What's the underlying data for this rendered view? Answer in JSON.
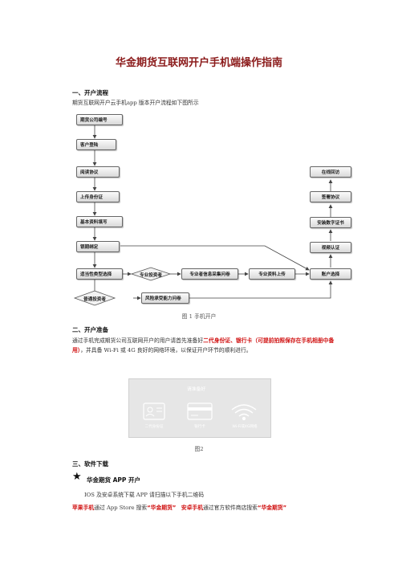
{
  "title": "华金期货互联网开户手机端操作指南",
  "section1": {
    "heading": "一、开户流程",
    "text": "期货互联网开户云手机app 版本开户流程如下图所示"
  },
  "flow": {
    "company_code": "期货公司编号",
    "login": "客户登陆",
    "read_agreement": "阅读协议",
    "upload_id": "上传身份证",
    "basic_info": "基本资料填写",
    "bind_bank": "银期绑定",
    "suitability": "适当性类型选择",
    "pro_investor": "专业投资者",
    "pro_info": "专业者信息采集问卷",
    "pro_upload": "专业资料上传",
    "account_select": "账户选择",
    "normal_investor": "普通投资者",
    "risk_survey": "风险承受能力问卷",
    "online_visit": "在线回访",
    "sign_agreement": "签署协议",
    "install_cert": "安装数字证书",
    "video_auth": "视频认证"
  },
  "fig1_caption": "图 1 手机开户",
  "section2": {
    "heading": "二、开户准备",
    "text_before": "通过手机完成期货公司互联网开户的用户请首先准备好",
    "highlight": "二代身份证、银行卡（可提前拍照保存在手机相册中备用）",
    "text_after": "，并具备 Wi-Fi 或 4G 良好的网络环境，以保证开户环节的顺利进行。"
  },
  "fig2": {
    "header": "请准备好",
    "label1": "二代身份证",
    "label2": "银行卡",
    "label3": "Wi-Fi或4G网络"
  },
  "fig2_caption": "图2",
  "section3": {
    "heading": "三、软件下载",
    "star": "★",
    "app_title": "华金期货 APP 开户",
    "line1": "IOS 及安卓系统下载 APP 请扫描以下手机二维码",
    "line2_a": "苹果手机",
    "line2_b": "通过 App Store 搜索",
    "line2_c": "“华金期货”",
    "line2_d": "安卓手机",
    "line2_e": "通过官方软件商店搜索",
    "line2_f": "“华金期货”"
  }
}
